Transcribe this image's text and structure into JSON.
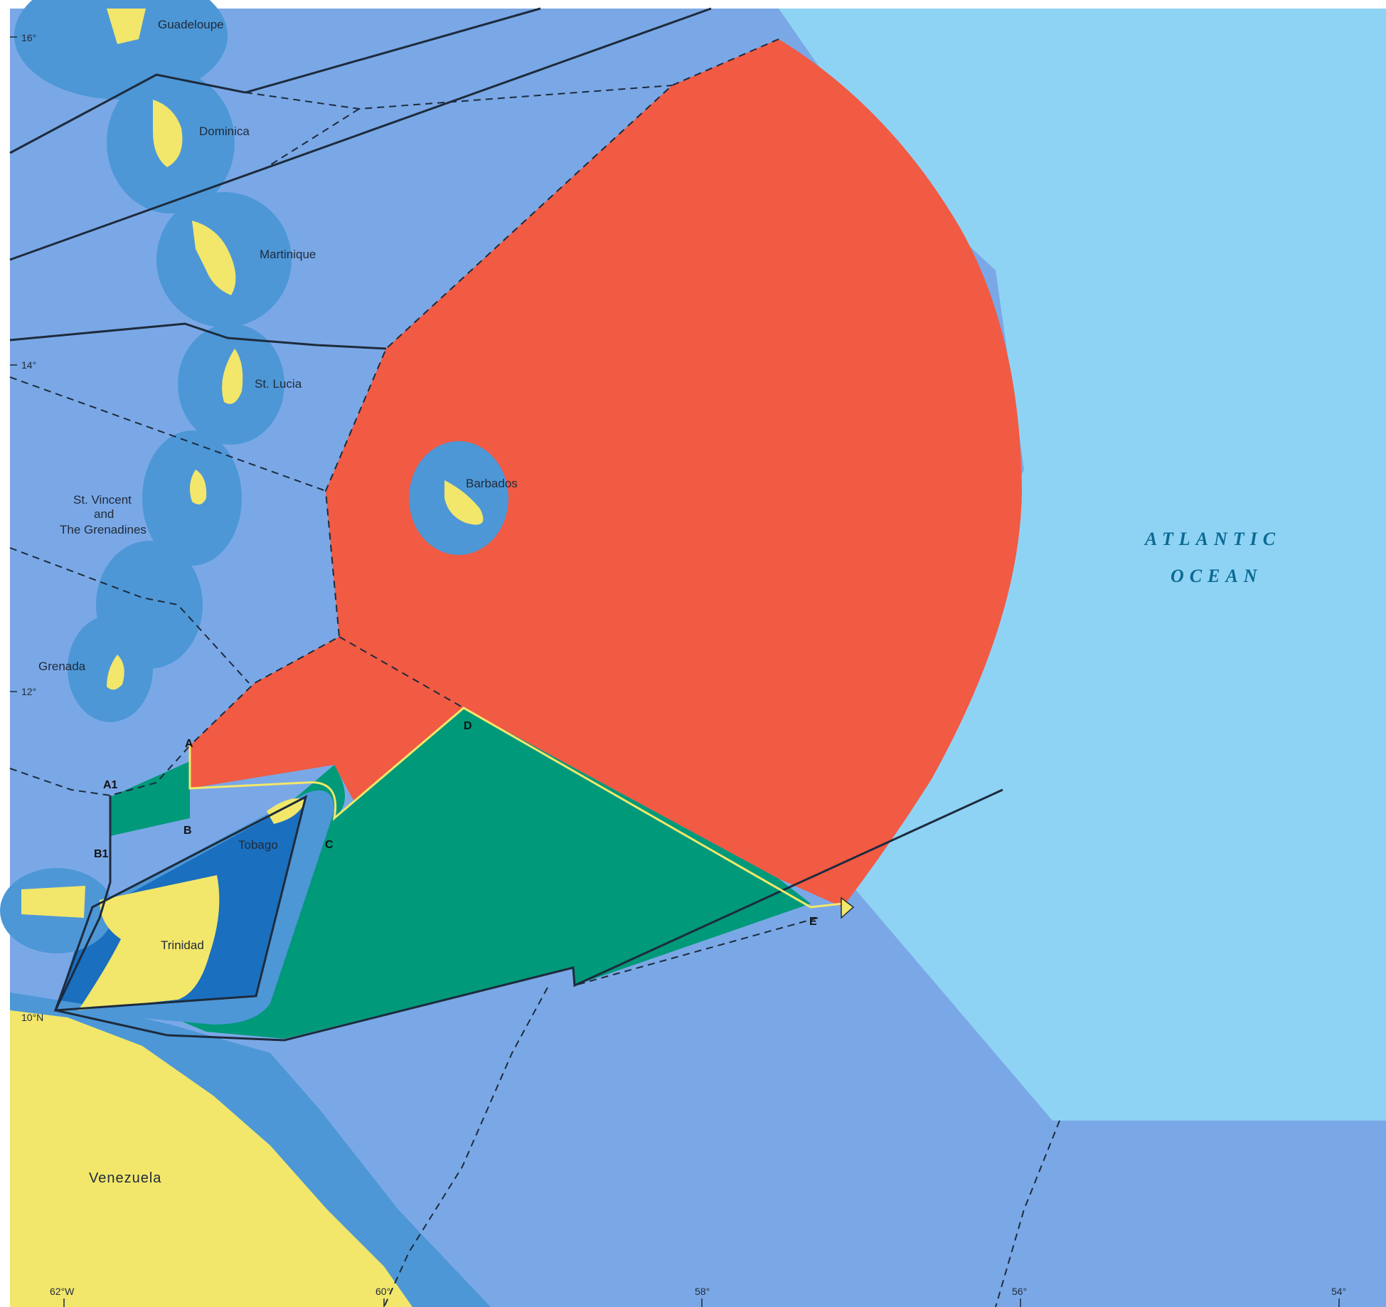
{
  "colors": {
    "sea_inner": "#7aa8e6",
    "sea_outer": "#8fd3f4",
    "territorial": "#4d97d6",
    "trinidad_waters": "#1a6fbf",
    "land": "#f2e76a",
    "barbados_zone": "#f15a43",
    "joint_zone": "#00997a",
    "boundary": "#1d2b3d"
  },
  "ocean_label": {
    "line1": "ATLANTIC",
    "line2": "OCEAN"
  },
  "places": {
    "guadeloupe": "Guadeloupe",
    "dominica": "Dominica",
    "martinique": "Martinique",
    "st_lucia": "St. Lucia",
    "st_vincent_1": "St. Vincent",
    "st_vincent_2": "and",
    "st_vincent_3": "The Grenadines",
    "grenada": "Grenada",
    "barbados": "Barbados",
    "tobago": "Tobago",
    "trinidad": "Trinidad",
    "venezuela": "Venezuela"
  },
  "points": {
    "a": "A",
    "a1": "A1",
    "b": "B",
    "b1": "B1",
    "c": "C",
    "d": "D",
    "e": "E"
  },
  "latitudes": {
    "n16": "16°",
    "n14": "14°",
    "n12": "12°",
    "n10": "10°N"
  },
  "longitudes": {
    "w62": "62°W",
    "w60": "60°",
    "w58": "58°",
    "w56": "56°",
    "w54": "54°"
  }
}
